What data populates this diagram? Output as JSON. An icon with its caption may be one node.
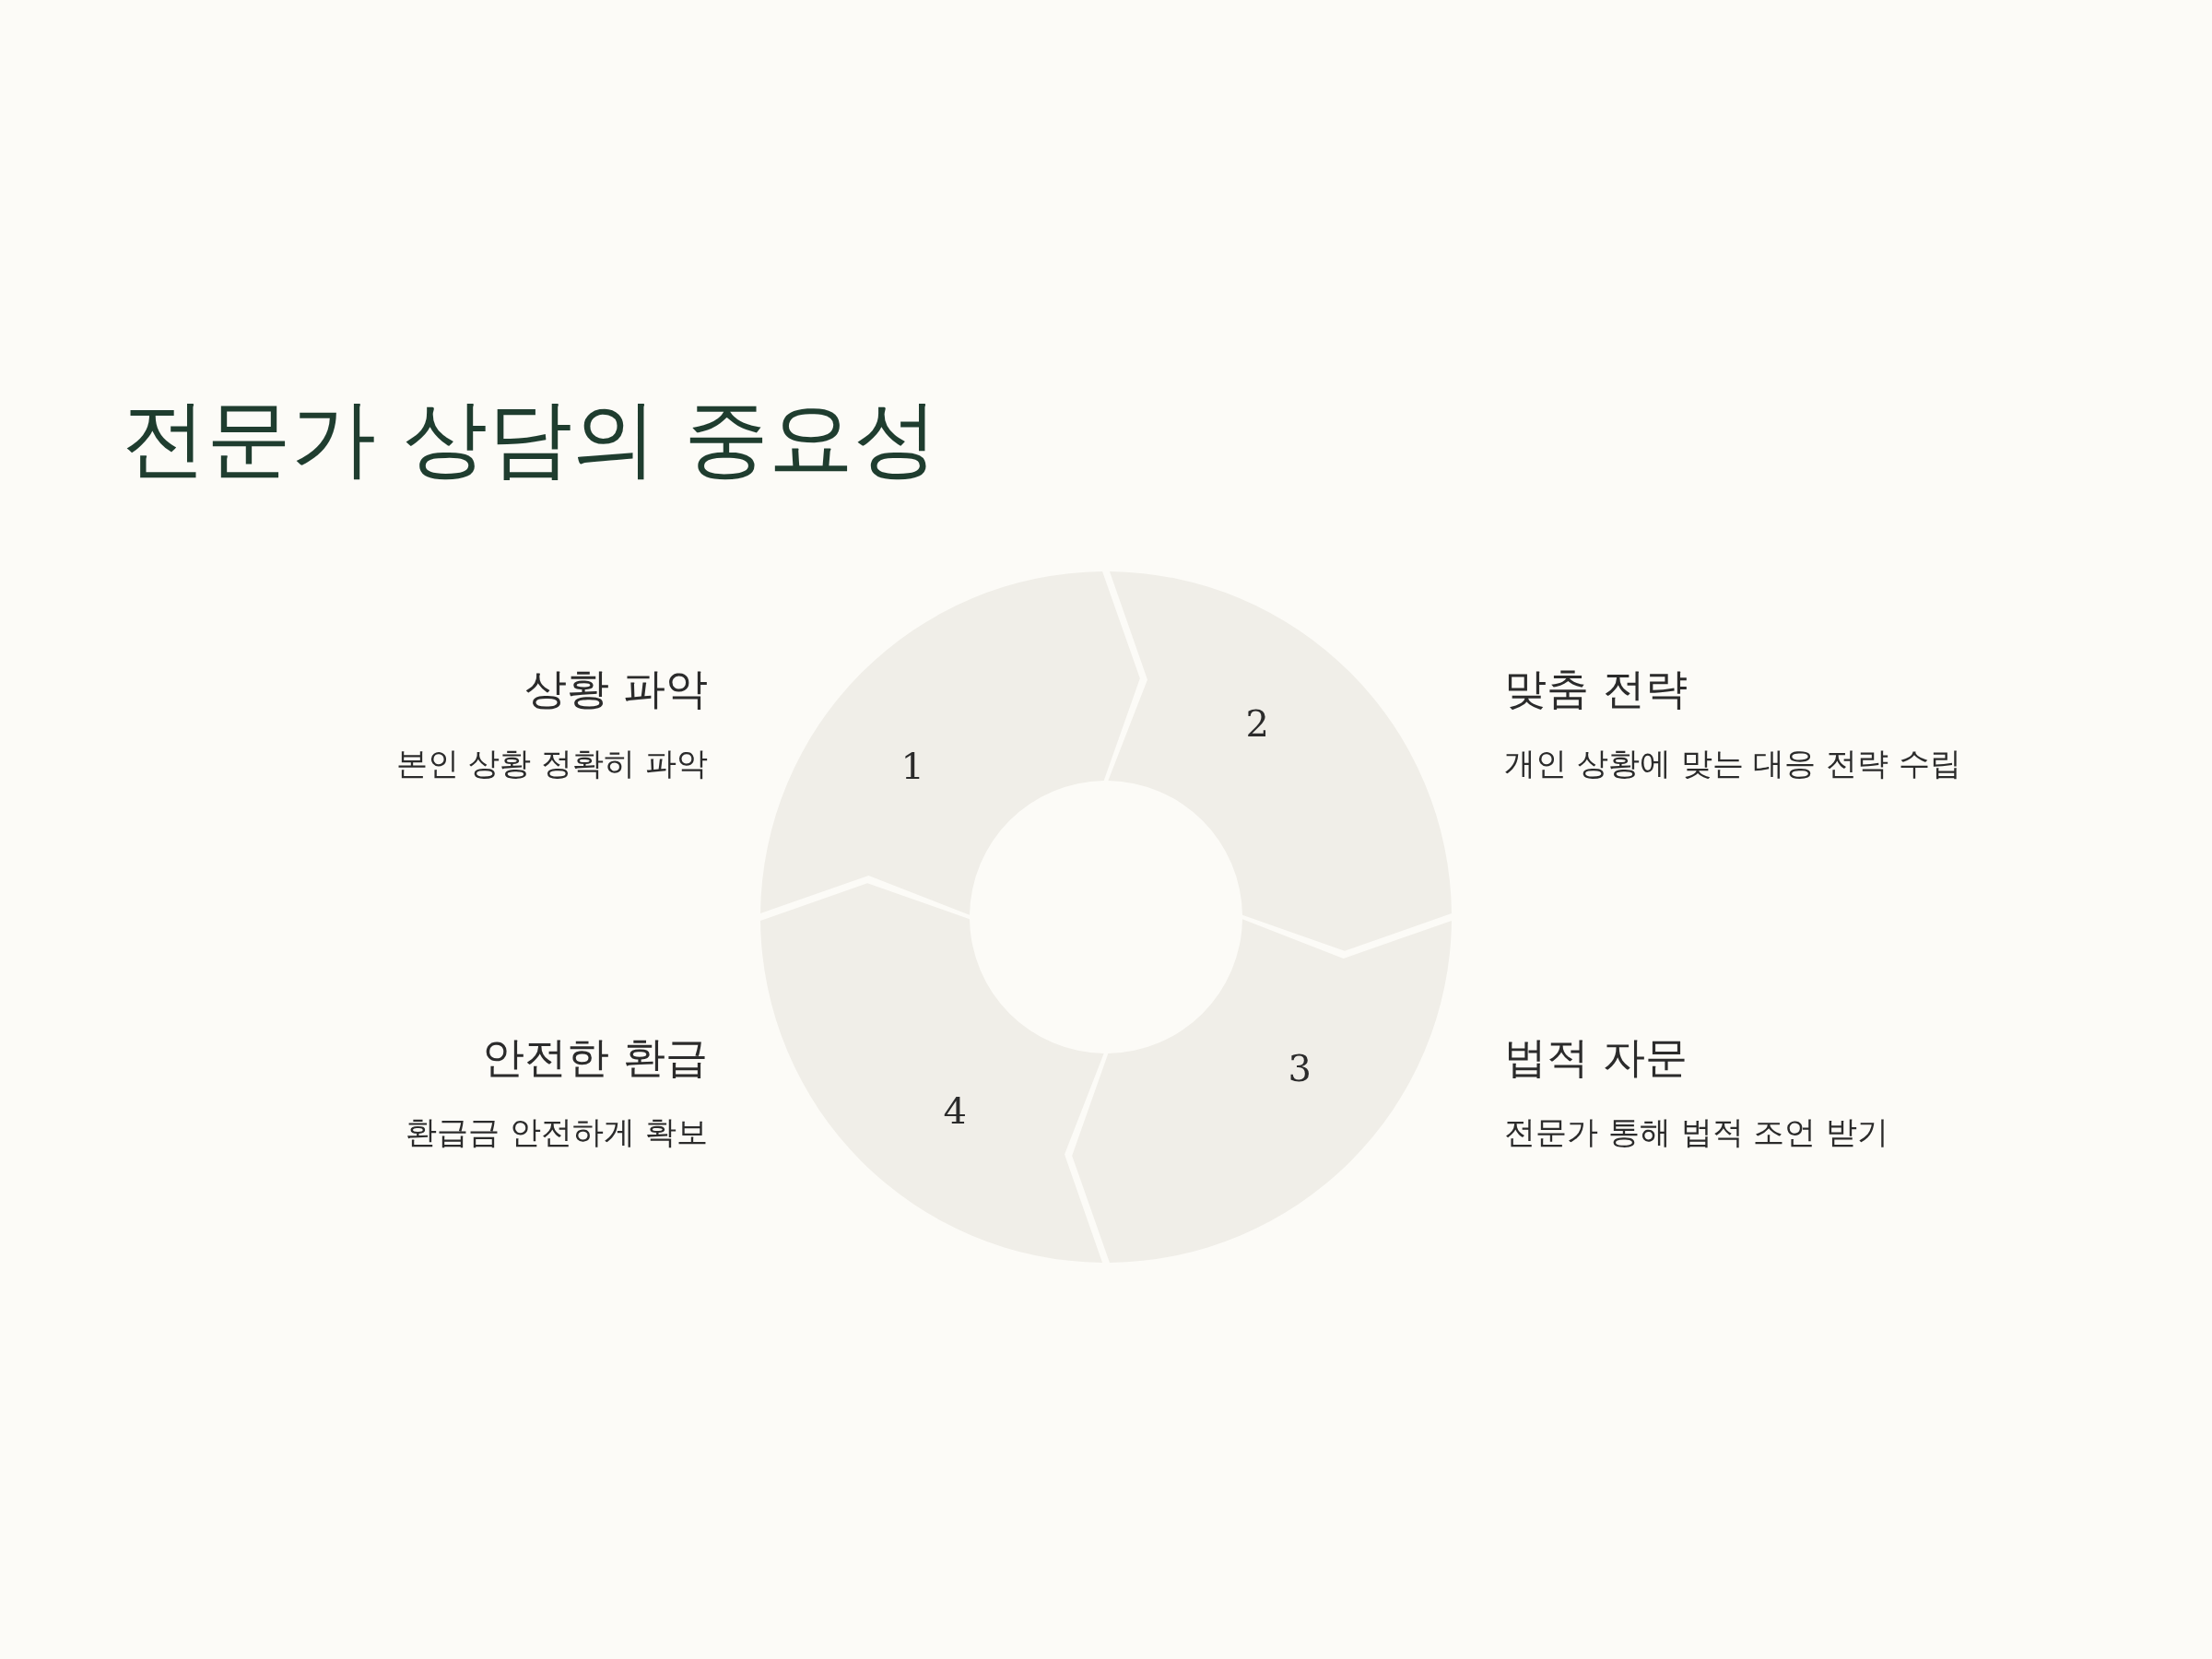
{
  "diagram": {
    "title": "전문가 상담의 중요성",
    "nodes": [
      {
        "text": [
          "1"
        ],
        "beside": [
          "상황 파악",
          "본인 상황 정확히 파악"
        ]
      },
      {
        "text": [
          "2"
        ],
        "beside": [
          "맞춤 전략",
          "개인 상황에 맞는 대응 전략 수립"
        ]
      },
      {
        "text": [
          "3"
        ],
        "beside": [
          "법적 자문",
          "전문가 통해 법적 조언 받기"
        ]
      },
      {
        "text": [
          "4"
        ],
        "beside": [
          "안전한 환급",
          "환급금 안전하게 확보"
        ]
      }
    ],
    "edges": []
  }
}
